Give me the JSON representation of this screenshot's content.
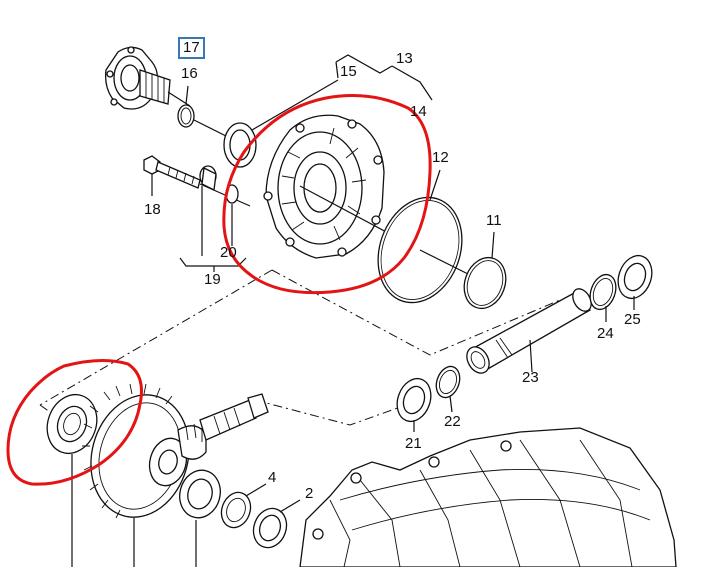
{
  "colors": {
    "line": "#111111",
    "highlight": "#e41414",
    "callout_box": "#3a78b5",
    "background": "#ffffff"
  },
  "callouts": {
    "c17": "17",
    "c16": "16",
    "c15": "15",
    "c13": "13",
    "c14": "14",
    "c12": "12",
    "c11": "11",
    "c18": "18",
    "c20": "20",
    "c19": "19",
    "c23": "23",
    "c24": "24",
    "c25": "25",
    "c22": "22",
    "c21": "21",
    "c4": "4",
    "c2": "2"
  },
  "highlights": [
    "housing-cover-circle",
    "bearing-circle"
  ]
}
